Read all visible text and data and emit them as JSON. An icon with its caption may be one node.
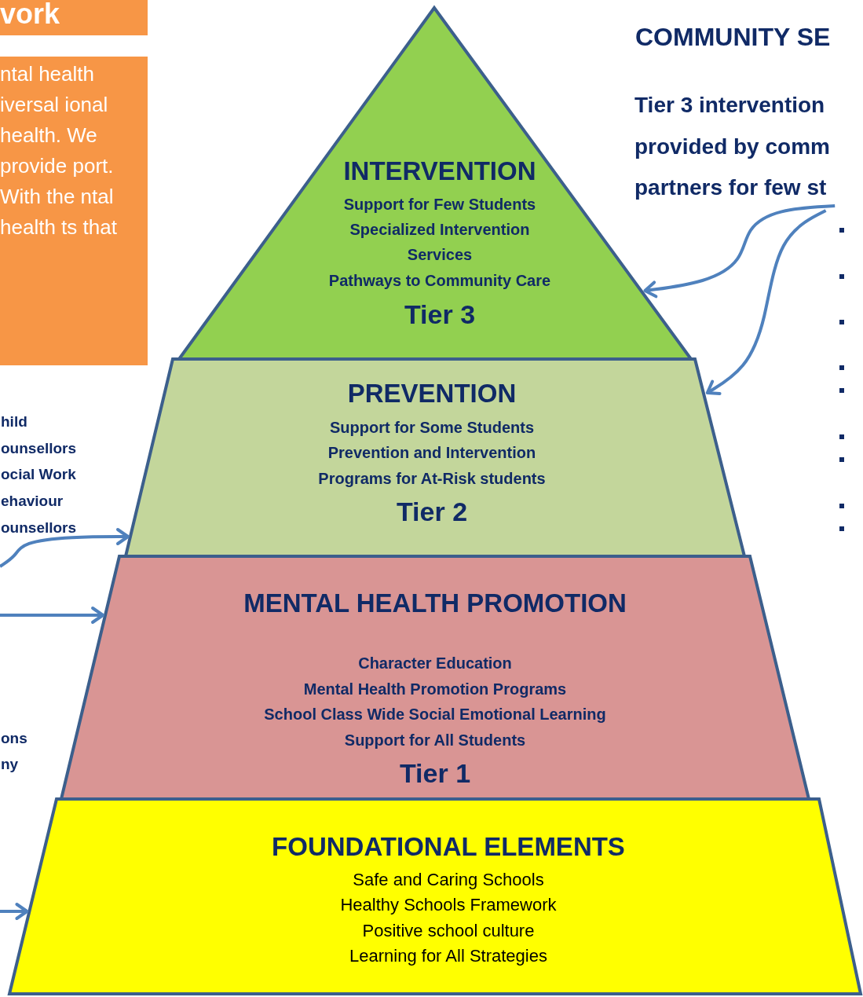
{
  "diagram": {
    "nodes": [
      {
        "text": [
          "INTERVENTION",
          "Support for Few Students",
          "Specialized Intervention Services",
          "Pathways to Community Care",
          "Tier 3"
        ]
      },
      {
        "text": [
          "PREVENTION",
          "Support for Some Students",
          "Prevention and Intervention",
          "Programs for At-Risk students",
          "Tier 2"
        ]
      },
      {
        "text": [
          "MENTAL HEALTH PROMOTION",
          "Character Education",
          "Mental Health Promotion Programs",
          "School Class Wide Social Emotional Learning",
          "Support for All Students",
          "Tier 1"
        ]
      },
      {
        "text": [
          "FOUNDATIONAL ELEMENTS",
          "Safe and Caring Schools",
          "Healthy Schools Framework",
          "Positive school culture",
          "Learning for All Strategies"
        ]
      },
      {
        "text": [
          "Tier 3 intervention provided by comm partners for few st"
        ]
      },
      {
        "text": [
          "vork"
        ]
      },
      {
        "text": [
          "ntal health iversal ional health. We provide port. With the ntal health ts that"
        ]
      }
    ],
    "edges": [
      {
        "from": 4,
        "to": 0,
        "arrow": "to"
      },
      {
        "from": 4,
        "to": 1,
        "arrow": "to"
      },
      {
        "from": null,
        "to": 1,
        "arrow": "to"
      },
      {
        "from": null,
        "to": 2,
        "arrow": "to"
      },
      {
        "from": null,
        "to": 3,
        "arrow": "to"
      }
    ],
    "labels": [
      "COMMUNITY SE",
      "hild",
      "ounsellors",
      "ocial Work",
      "ehaviour",
      "ounsellors",
      "ons",
      "ny"
    ]
  }
}
